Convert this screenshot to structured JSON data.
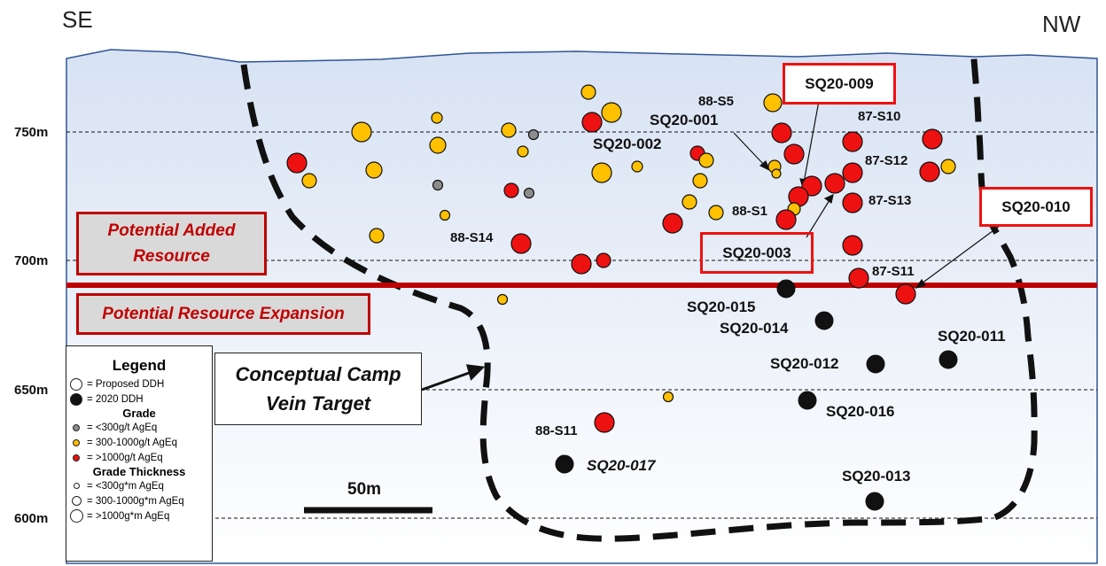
{
  "orientation": {
    "left": "SE",
    "right": "NW"
  },
  "elevation_labels": [
    "750m",
    "700m",
    "650m",
    "600m"
  ],
  "scale_bar_label": "50m",
  "zones": {
    "added": "Potential Added Resource",
    "expansion": "Potential Resource Expansion"
  },
  "target_box": "Conceptual Camp Vein Target",
  "highlighted_holes": [
    "SQ20-009",
    "SQ20-003",
    "SQ20-010"
  ],
  "hole_labels": {
    "s5": "88-S5",
    "sq001": "SQ20-001",
    "sq002": "SQ20-002",
    "s10": "87-S10",
    "s12": "87-S12",
    "s13": "87-S13",
    "s1": "88-S1",
    "s14": "88-S14",
    "s11_87": "87-S11",
    "sq015": "SQ20-015",
    "sq014": "SQ20-014",
    "sq011": "SQ20-011",
    "sq012": "SQ20-012",
    "sq016": "SQ20-016",
    "s11_88": "88-S11",
    "sq017": "SQ20-017",
    "sq013": "SQ20-013"
  },
  "legend": {
    "title": "Legend",
    "proposed": "= Proposed DDH",
    "ddh2020": "= 2020 DDH",
    "grade_title": "Grade",
    "grade_low": "= <300g/t AgEq",
    "grade_mid": "= 300-1000g/t AgEq",
    "grade_high": "= >1000g/t AgEq",
    "gt_title": "Grade Thickness",
    "gt_low": "= <300g*m AgEq",
    "gt_mid": "= 300-1000g*m AgEq",
    "gt_high": "= >1000g*m AgEq"
  },
  "colors": {
    "red": "#ee1111",
    "yellow": "#ffc000",
    "grey": "#8c8c8c",
    "black": "#111111",
    "zone_line": "#c00000"
  }
}
